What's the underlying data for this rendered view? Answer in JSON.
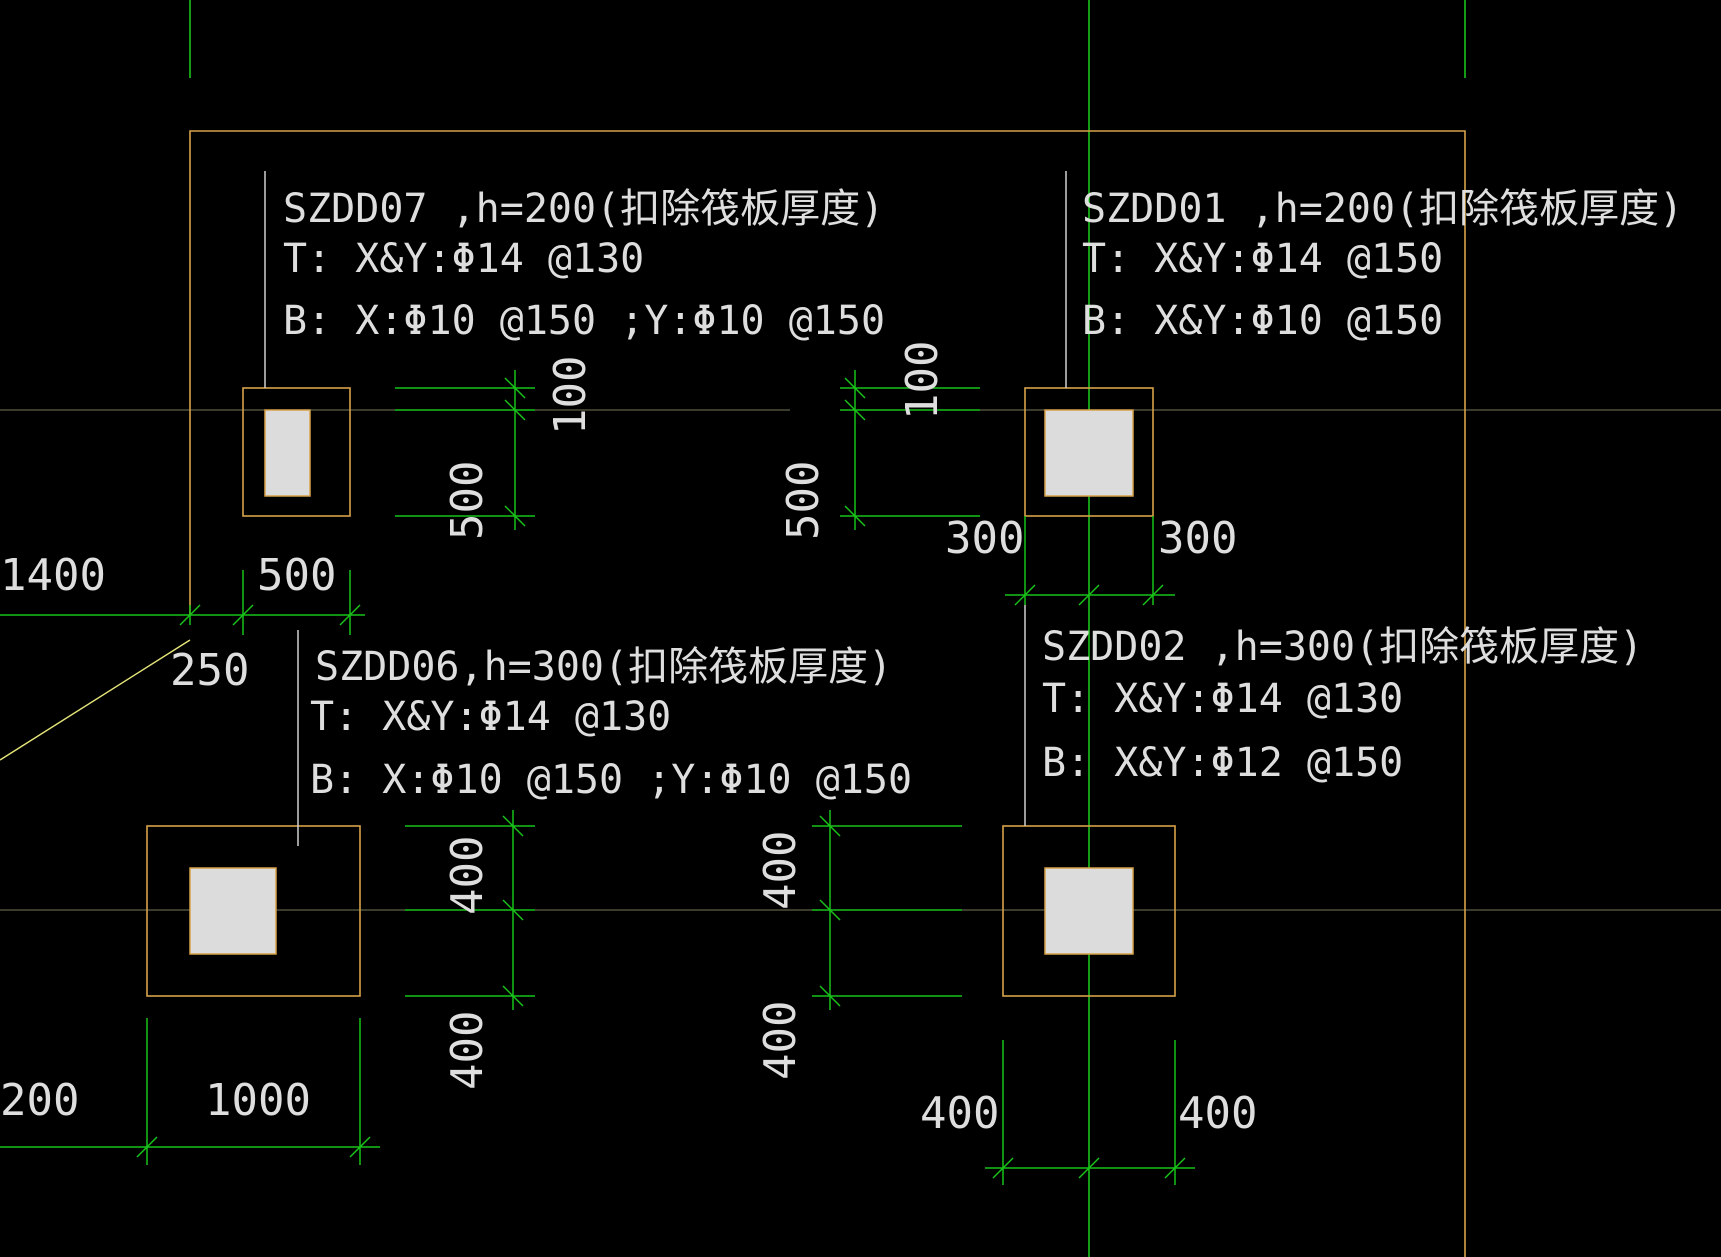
{
  "drawing": {
    "background": "#000000",
    "colors": {
      "grid": "#19c319",
      "outline": "#d8a24a",
      "text": "#dedede",
      "column": "#dcdcdc"
    },
    "pads": [
      {
        "id": "szdd07",
        "lines": [
          "SZDD07 ,h=200(扣除筏板厚度)",
          "T:  X&Y:Φ14 @130",
          "B:  X:Φ10 @150       ;Y:Φ10 @150"
        ]
      },
      {
        "id": "szdd01",
        "lines": [
          "SZDD01 ,h=200(扣除筏板厚度)",
          "T:  X&Y:Φ14 @150",
          "B:  X&Y:Φ10 @150"
        ]
      },
      {
        "id": "szdd06",
        "lines": [
          "SZDD06,h=300(扣除筏板厚度)",
          "T:  X&Y:Φ14 @130",
          "B:  X:Φ10 @150       ;Y:Φ10 @150"
        ]
      },
      {
        "id": "szdd02",
        "lines": [
          "SZDD02 ,h=300(扣除筏板厚度)",
          "T:  X&Y:Φ14 @130",
          "B:  X&Y:Φ12 @150"
        ]
      }
    ],
    "dimensions": {
      "d1400": "1400",
      "d500a": "500",
      "d250": "250",
      "v100a": "100",
      "v500a": "500",
      "v100b": "100",
      "v500b": "500",
      "d300a": "300",
      "d300b": "300",
      "v400a": "400",
      "v400b": "400",
      "v400c": "400",
      "v400d": "400",
      "d200": "200",
      "d1000": "1000",
      "d400a": "400",
      "d400b": "400"
    }
  }
}
